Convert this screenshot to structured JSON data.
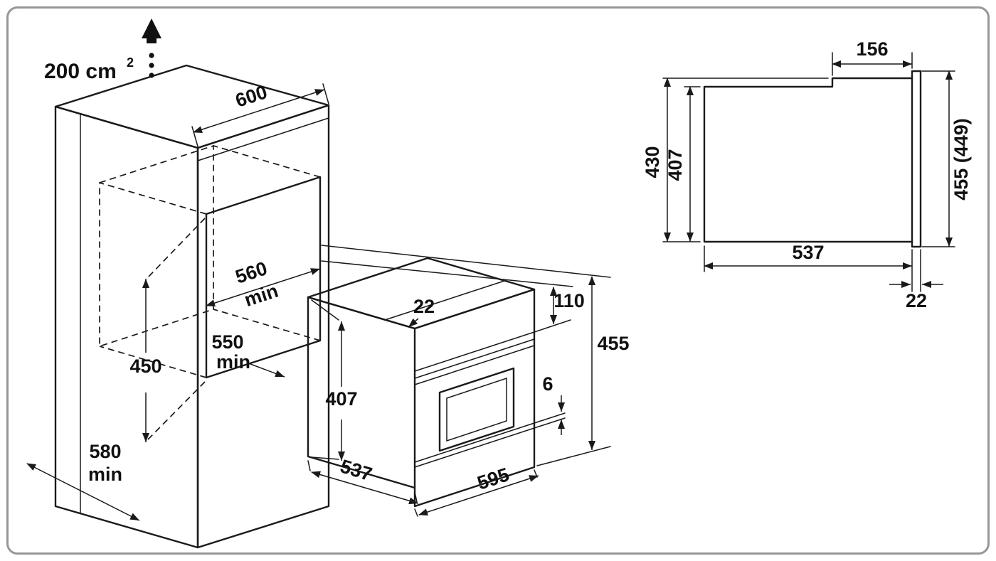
{
  "colors": {
    "line": "#1a1a1a",
    "frame": "#94979b",
    "background": "#ffffff"
  },
  "cabinet_view": {
    "vent_area": "200 cm",
    "vent_area_sup": "2",
    "cabinet_width": "600",
    "niche_width": "560",
    "niche_width_qual": "min",
    "niche_depth": "550",
    "niche_depth_qual": "min",
    "niche_height": "450",
    "cabinet_depth": "580",
    "cabinet_depth_qual": "min"
  },
  "oven_view": {
    "top_overlap": "22",
    "body_height": "407",
    "body_depth": "537",
    "front_width": "595",
    "control_panel_height": "110",
    "front_height": "455",
    "bottom_gap": "6"
  },
  "side_view": {
    "top_front_depth": "156",
    "front_height": "430",
    "body_height": "407",
    "fascia_height": "455 (449)",
    "body_depth": "537",
    "door_thickness": "22"
  }
}
